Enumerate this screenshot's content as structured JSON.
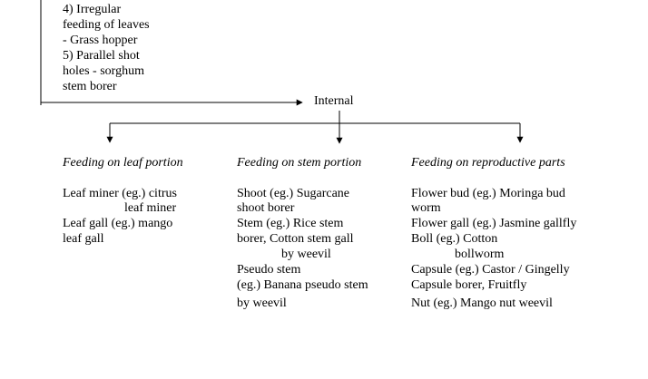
{
  "top_block": {
    "lines": [
      "4) Irregular",
      "feeding of leaves",
      "- Grass hopper",
      "5) Parallel shot",
      "holes - sorghum",
      "stem borer"
    ]
  },
  "internal_label": "Internal",
  "columns": [
    {
      "heading": "Feeding on leaf portion",
      "lines": [
        "Leaf miner (eg.) citrus",
        "leaf miner",
        "Leaf gall (eg.) mango",
        "leaf gall"
      ]
    },
    {
      "heading": "Feeding on stem portion",
      "lines": [
        "Shoot (eg.) Sugarcane",
        "shoot borer",
        "Stem (eg.) Rice stem",
        "borer, Cotton stem gall",
        "by weevil",
        "Pseudo stem",
        "(eg.) Banana pseudo stem",
        "by weevil"
      ]
    },
    {
      "heading": "Feeding on reproductive parts",
      "lines": [
        "Flower bud (eg.) Moringa bud",
        "worm",
        "Flower gall (eg.) Jasmine gallfly",
        "Boll (eg.) Cotton",
        "bollworm",
        "Capsule (eg.) Castor / Gingelly",
        "Capsule borer, Fruitfly",
        "Nut (eg.) Mango nut weevil"
      ]
    }
  ]
}
